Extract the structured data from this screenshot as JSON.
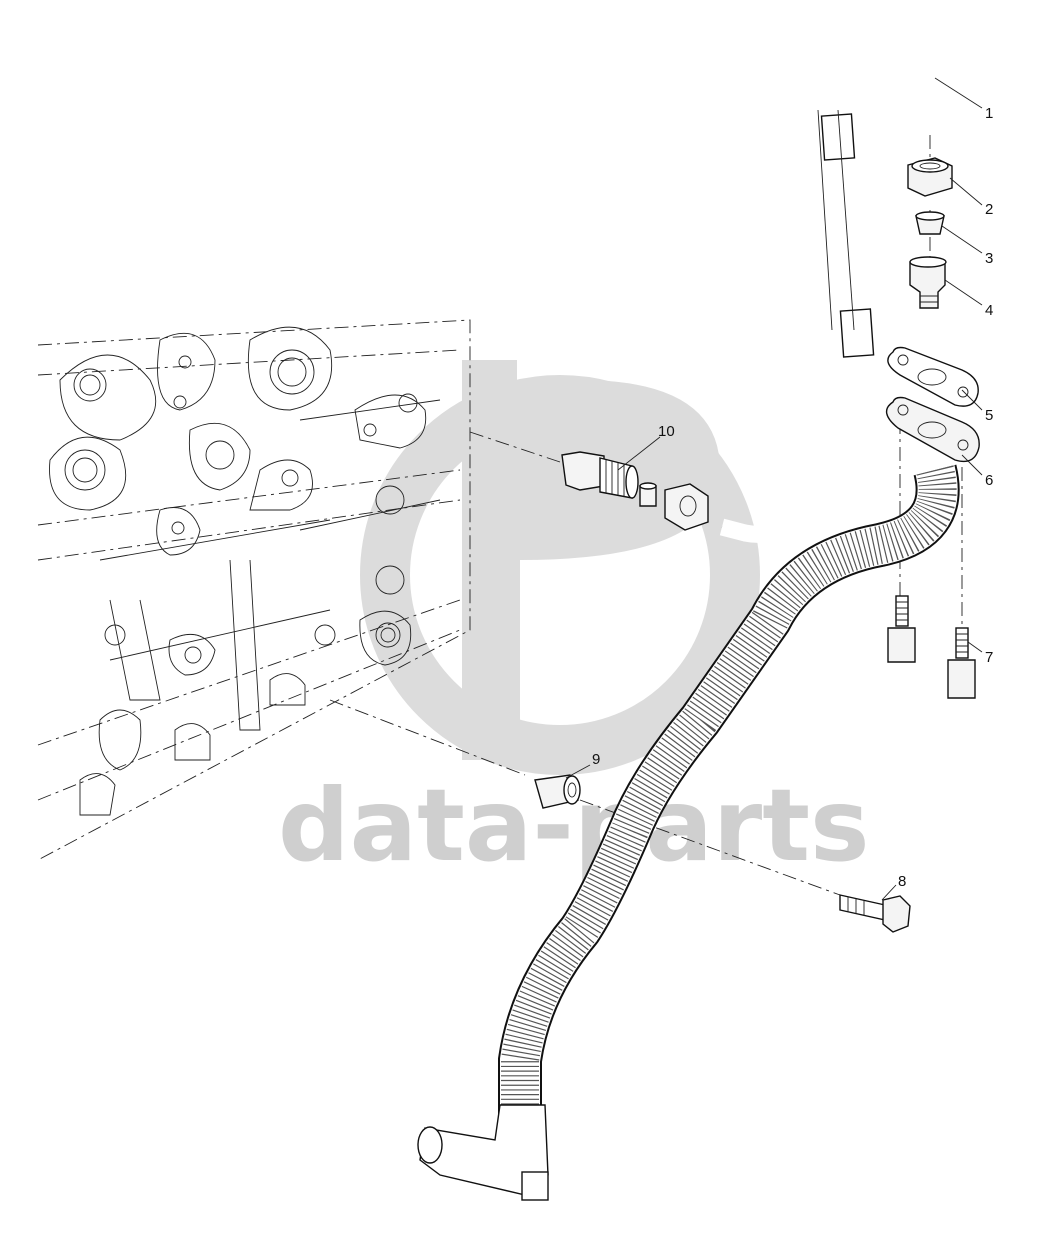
{
  "watermark": {
    "text": "data-parts",
    "logo": "dp-logo"
  },
  "callouts": [
    {
      "id": "c1",
      "label": "1"
    },
    {
      "id": "c2",
      "label": "2"
    },
    {
      "id": "c3",
      "label": "3"
    },
    {
      "id": "c4",
      "label": "4"
    },
    {
      "id": "c5",
      "label": "5"
    },
    {
      "id": "c6",
      "label": "6"
    },
    {
      "id": "c7",
      "label": "7"
    },
    {
      "id": "c8",
      "label": "8"
    },
    {
      "id": "c9",
      "label": "9"
    },
    {
      "id": "c10",
      "label": "10"
    }
  ]
}
